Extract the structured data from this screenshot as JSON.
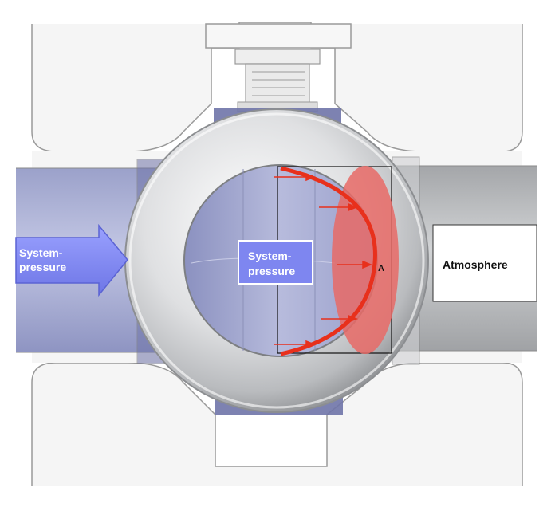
{
  "labels": {
    "system_pressure_left_line1": "System-",
    "system_pressure_left_line2": "pressure",
    "system_pressure_center_line1": "System-",
    "system_pressure_center_line2": "pressure",
    "atmosphere": "Atmosphere",
    "area_marker": "A"
  },
  "colors": {
    "pipe_blue": "#a9aed3",
    "pipe_blue_dark": "#8088ba",
    "seat_blue": "#6f74a8",
    "arrow_blue": "#7e86f0",
    "ball_silver": "#d8dadc",
    "pipe_grey": "#b4b6b8",
    "force_red": "#e8301c",
    "ellipse_red": "#e86a66",
    "body_outline": "#9a9a9a"
  },
  "icons": {
    "flow_arrow": "right-arrow",
    "force_arrows": "right-arrow"
  }
}
